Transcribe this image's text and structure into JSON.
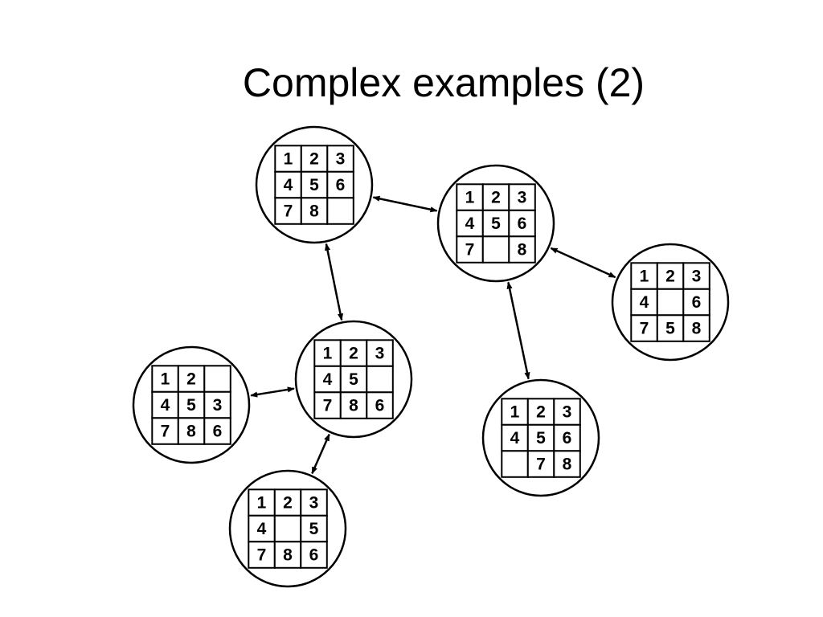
{
  "slide": {
    "title": "Complex examples (2)"
  },
  "colors": {
    "background": "#ffffff",
    "stroke": "#000000",
    "text": "#000000"
  },
  "states": [
    {
      "id": "goal",
      "tiles": [
        "1",
        "2",
        "3",
        "4",
        "5",
        "6",
        "7",
        "8",
        ""
      ]
    },
    {
      "id": "s-7-blank-8",
      "tiles": [
        "1",
        "2",
        "3",
        "4",
        "5",
        "6",
        "7",
        "",
        "8"
      ]
    },
    {
      "id": "s-4-blank-6",
      "tiles": [
        "1",
        "2",
        "3",
        "4",
        "",
        "6",
        "7",
        "5",
        "8"
      ]
    },
    {
      "id": "s-4-5-blank",
      "tiles": [
        "1",
        "2",
        "3",
        "4",
        "5",
        "",
        "7",
        "8",
        "6"
      ]
    },
    {
      "id": "s-blank-7-8",
      "tiles": [
        "1",
        "2",
        "3",
        "4",
        "5",
        "6",
        "",
        "7",
        "8"
      ]
    },
    {
      "id": "s-12-blank",
      "tiles": [
        "1",
        "2",
        "",
        "4",
        "5",
        "3",
        "7",
        "8",
        "6"
      ]
    },
    {
      "id": "s-4-blank-5",
      "tiles": [
        "1",
        "2",
        "3",
        "4",
        "",
        "5",
        "7",
        "8",
        "6"
      ]
    }
  ],
  "edges": [
    {
      "from": "goal",
      "to": "s-7-blank-8"
    },
    {
      "from": "goal",
      "to": "s-4-5-blank"
    },
    {
      "from": "s-7-blank-8",
      "to": "s-4-blank-6"
    },
    {
      "from": "s-7-blank-8",
      "to": "s-blank-7-8"
    },
    {
      "from": "s-4-5-blank",
      "to": "s-12-blank"
    },
    {
      "from": "s-4-5-blank",
      "to": "s-4-blank-5"
    }
  ]
}
